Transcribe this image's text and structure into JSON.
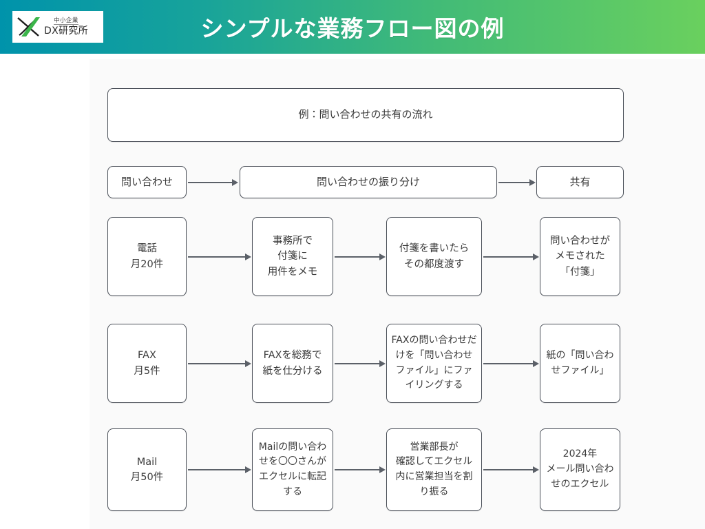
{
  "header": {
    "title": "シンプルな業務フロー図の例",
    "gradient_from": "#0093ab",
    "gradient_to": "#6ad05e",
    "logo": {
      "icon": "dx-kenkyujo-logo-icon",
      "line1": "中小企業",
      "line2": "DX研究所"
    }
  },
  "diagram": {
    "title_box": {
      "label": "例：問い合わせの共有の流れ"
    },
    "stage_row": [
      {
        "id": "stage-inquiry",
        "label": "問い合わせ"
      },
      {
        "id": "stage-routing",
        "label": "問い合わせの振り分け"
      },
      {
        "id": "stage-share",
        "label": "共有"
      }
    ],
    "rows": [
      {
        "id": "row-phone",
        "steps": [
          {
            "id": "phone-source",
            "label": "電話\n月20件"
          },
          {
            "id": "phone-step-1",
            "label": "事務所で\n付箋に\n用件をメモ"
          },
          {
            "id": "phone-step-2",
            "label": "付箋を書いたら\nその都度渡す"
          },
          {
            "id": "phone-result",
            "label": "問い合わせが\nメモされた\n「付箋」"
          }
        ]
      },
      {
        "id": "row-fax",
        "steps": [
          {
            "id": "fax-source",
            "label": "FAX\n月5件"
          },
          {
            "id": "fax-step-1",
            "label": "FAXを総務で\n紙を仕分ける"
          },
          {
            "id": "fax-step-2",
            "label": "FAXの問い合わせだけを「問い合わせファイル」にファイリングする"
          },
          {
            "id": "fax-result",
            "label": "紙の「問い合わせファイル」"
          }
        ]
      },
      {
        "id": "row-mail",
        "steps": [
          {
            "id": "mail-source",
            "label": "Mail\n月50件"
          },
          {
            "id": "mail-step-1",
            "label": "Mailの問い合わせを〇〇さんがエクセルに転記する"
          },
          {
            "id": "mail-step-2",
            "label": "営業部長が\n確認してエクセル内に営業担当を割り振る"
          },
          {
            "id": "mail-result",
            "label": "2024年\nメール問い合わせのエクセル"
          }
        ]
      }
    ],
    "colors": {
      "box_border": "#4a4f58",
      "box_fill": "#ffffff",
      "arrow": "#5b6068",
      "text": "#3a3a3a",
      "panel_bg": "#fafafa"
    }
  }
}
